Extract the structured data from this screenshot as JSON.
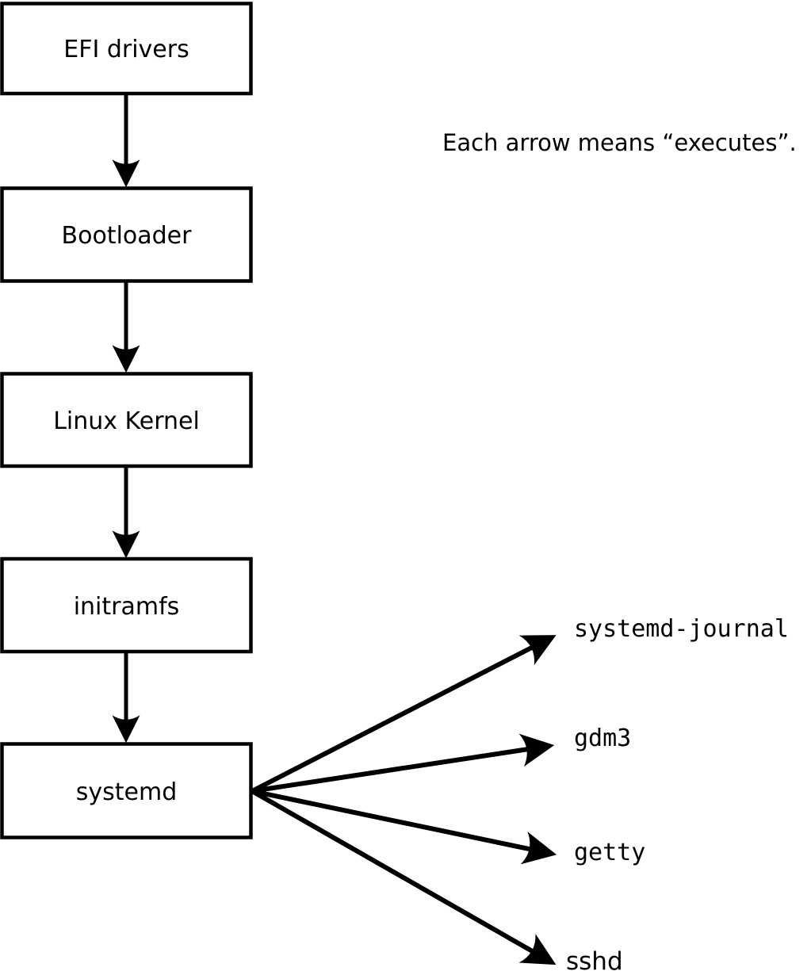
{
  "diagram": {
    "note": "Each arrow means “executes”.",
    "boot_chain": [
      {
        "label": "EFI drivers"
      },
      {
        "label": "Bootloader"
      },
      {
        "label": "Linux Kernel"
      },
      {
        "label": "initramfs"
      },
      {
        "label": "systemd"
      }
    ],
    "spawned_services": [
      {
        "label": "systemd-journal"
      },
      {
        "label": "gdm3"
      },
      {
        "label": "getty"
      },
      {
        "label": "sshd"
      }
    ],
    "colors": {
      "background": "#ffffff",
      "box_fill": "#ffffff",
      "stroke": "#000000",
      "text": "#000000"
    }
  }
}
